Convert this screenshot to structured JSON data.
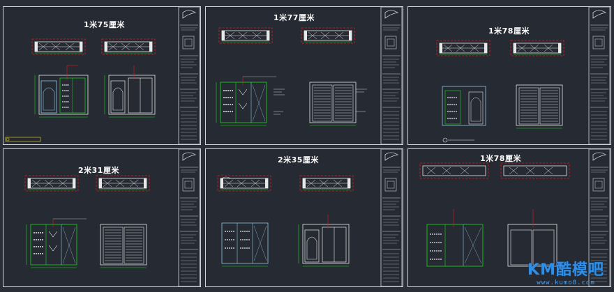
{
  "sheets": [
    {
      "title": "1米75厘米"
    },
    {
      "title": "1米77厘米"
    },
    {
      "title": "1米78厘米"
    },
    {
      "title": "2米31厘米"
    },
    {
      "title": "2米35厘米"
    },
    {
      "title": "1米78厘米"
    }
  ],
  "watermark": {
    "main": "KM酷模吧",
    "sub": "www.kumo8.com"
  },
  "colors": {
    "background": "#2a2e37",
    "frame": "#cfd3da",
    "dimension": "#e11d1d",
    "cabinet": "#19d919",
    "door": "#8fc7e0",
    "text": "#ffffff",
    "brand": "#2f8ee6"
  }
}
